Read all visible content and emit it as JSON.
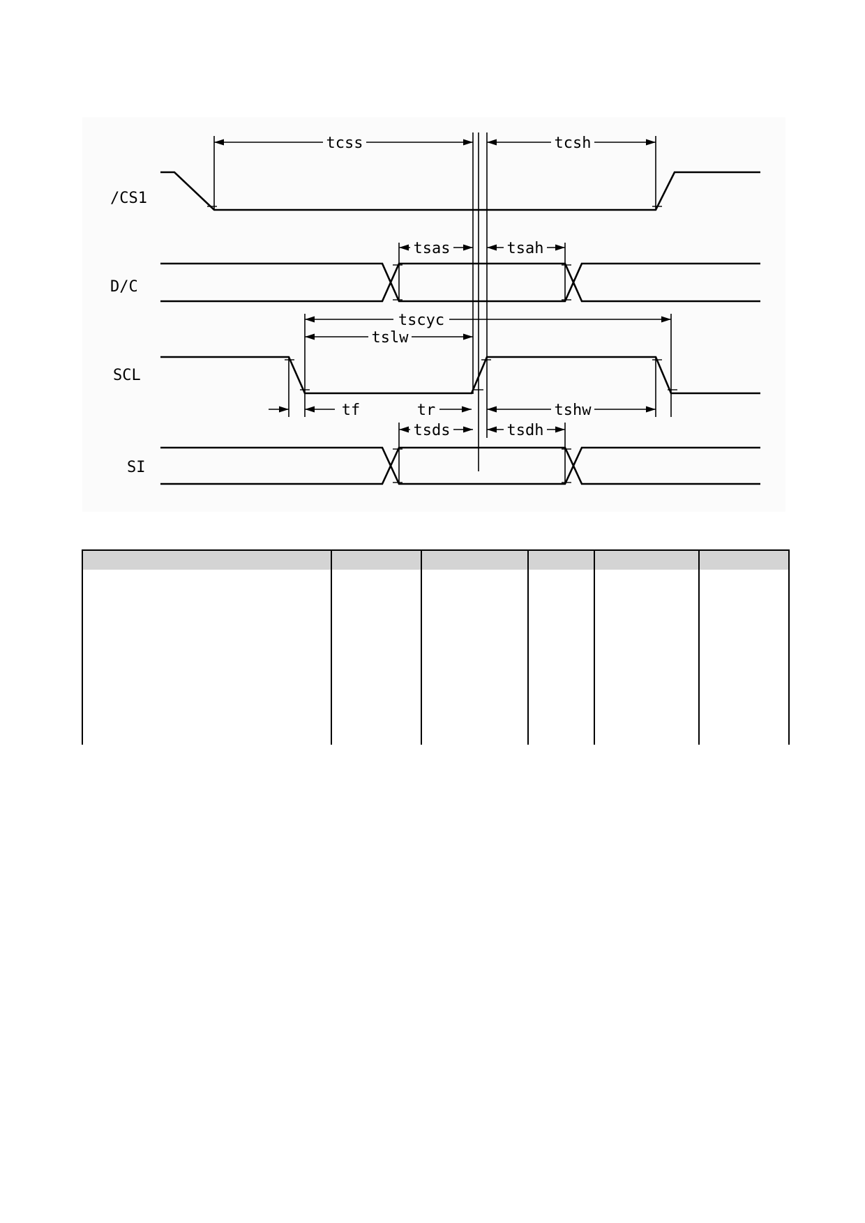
{
  "diagram": {
    "signals": [
      {
        "id": "cs1",
        "label": "/CS1"
      },
      {
        "id": "dc",
        "label": "D/C"
      },
      {
        "id": "scl",
        "label": "SCL"
      },
      {
        "id": "si",
        "label": "SI"
      }
    ],
    "parameters": [
      {
        "id": "tcss",
        "label": "tcss"
      },
      {
        "id": "tcsh",
        "label": "tcsh"
      },
      {
        "id": "tsas",
        "label": "tsas"
      },
      {
        "id": "tsah",
        "label": "tsah"
      },
      {
        "id": "tscyc",
        "label": "tscyc"
      },
      {
        "id": "tslw",
        "label": "tslw"
      },
      {
        "id": "tf",
        "label": "tf"
      },
      {
        "id": "tr",
        "label": "tr"
      },
      {
        "id": "tshw",
        "label": "tshw"
      },
      {
        "id": "tsds",
        "label": "tsds"
      },
      {
        "id": "tsdh",
        "label": "tsdh"
      }
    ]
  },
  "table": {
    "columns": [
      "",
      "",
      "",
      "",
      "",
      ""
    ],
    "rows": [
      [
        "",
        "",
        "",
        "",
        "",
        ""
      ]
    ]
  }
}
